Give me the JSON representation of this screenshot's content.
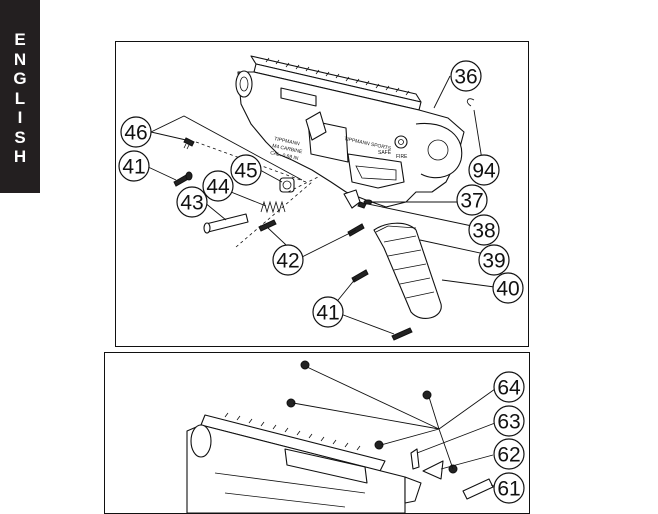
{
  "sidebar": {
    "language_letters": [
      "E",
      "N",
      "G",
      "L",
      "I",
      "S",
      "H"
    ]
  },
  "receiver_engraving": {
    "line1": "TIPPMANN",
    "line2": "M4 CARBINE",
    "line3": "CAL. 0.68 IN",
    "brand": "TIPPMANN SPORTS",
    "safe": "SAFE",
    "fire": "FIRE"
  },
  "upper_diagram": {
    "callouts": [
      "36",
      "46",
      "41",
      "45",
      "94",
      "44",
      "43",
      "37",
      "38",
      "42",
      "39",
      "40",
      "41"
    ]
  },
  "lower_diagram": {
    "callouts": [
      "64",
      "63",
      "62",
      "61"
    ]
  },
  "colors": {
    "ink": "#111111",
    "tab": "#231f20",
    "paper": "#ffffff"
  }
}
